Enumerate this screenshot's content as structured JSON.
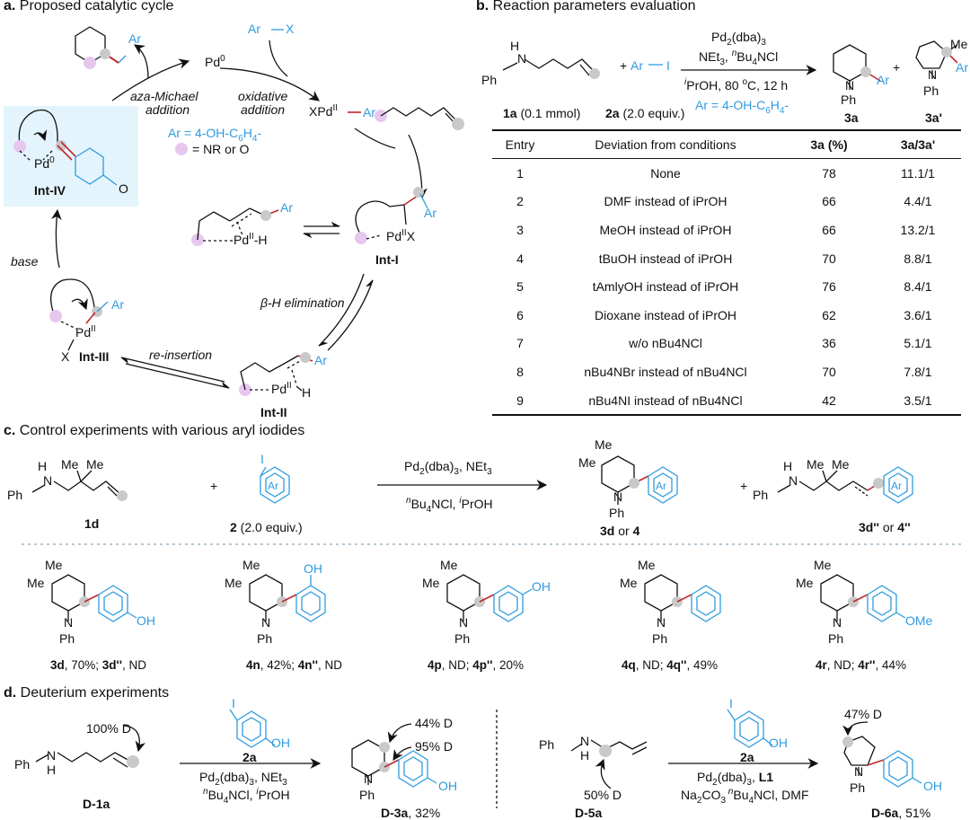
{
  "panel_a": {
    "title_letter": "a.",
    "title": "Proposed catalytic cycle",
    "pd0": "Pd",
    "pd0_sup": "0",
    "arx": "Ar",
    "arx_x": "X",
    "aza_michael_1": "aza-Michael",
    "aza_michael_2": "addition",
    "ox_add_1": "oxidative",
    "ox_add_2": "addition",
    "ar_def": "Ar = 4-OH-C",
    "ar_def_sub": "6",
    "ar_def_tail": "H",
    "ar_def_sub2": "4",
    "ar_def_end": "-",
    "nr_def": "= NR or O",
    "xpd": "XPd",
    "xpd_sup": "II",
    "xpd_ar": "Ar",
    "int_iv": "Int-IV",
    "int_i": "Int-I",
    "int_ii": "Int-II",
    "int_iii": "Int-III",
    "base": "base",
    "beta_h": "β-H elimination",
    "reinsertion": "re-insertion",
    "pd_ii_h": "Pd",
    "pd_sup": "II",
    "h": "-H",
    "pd_x": "X",
    "o_label": "O",
    "ar": "Ar",
    "x": "X",
    "h_only": "H",
    "pd0_sup_iv": "0"
  },
  "panel_b": {
    "title_letter": "b.",
    "title": "Reaction parameters evaluation",
    "cond_line1": "Pd",
    "cond_line1_sub": "2",
    "cond_line1_tail": "(dba)",
    "cond_line1_sub2": "3",
    "cond_line2": "NEt",
    "cond_line2_sub": "3",
    "cond_line2_mid": ", ",
    "cond_line2_sup": "n",
    "cond_line2_tail": "Bu",
    "cond_line2_sub2": "4",
    "cond_line2_end": "NCl",
    "cond_line3_sup": "i",
    "cond_line3": "PrOH, 80 ",
    "cond_line3_sup2": "o",
    "cond_line3_tail": "C, 12 h",
    "cond_line4": "Ar = 4-OH-C",
    "cond_line4_sub": "6",
    "cond_line4_tail": "H",
    "cond_line4_sub2": "4",
    "cond_line4_end": "-",
    "reagent_1a": "1a",
    "reagent_1a_tail": " (0.1 mmol)",
    "reagent_2a": "2a",
    "reagent_2a_tail": " (2.0 equiv.)",
    "ar_i": "Ar",
    "ar_i_i": "I",
    "plus": "+",
    "prod_3a": "3a",
    "prod_3ap": "3a'",
    "ph": "Ph",
    "n": "N",
    "h": "H",
    "ar": "Ar",
    "me": "Me",
    "table": {
      "headers": [
        "Entry",
        "Deviation from conditions",
        "3a (%)",
        "3a/3a'"
      ],
      "rows": [
        {
          "entry": "1",
          "dev": "None",
          "yield": "78",
          "ratio": "11.1/1"
        },
        {
          "entry": "2",
          "dev": "DMF instead of iPrOH",
          "yield": "66",
          "ratio": "4.4/1"
        },
        {
          "entry": "3",
          "dev": "MeOH instead of iPrOH",
          "yield": "66",
          "ratio": "13.2/1"
        },
        {
          "entry": "4",
          "dev": "tBuOH instead of iPrOH",
          "yield": "70",
          "ratio": "8.8/1"
        },
        {
          "entry": "5",
          "dev": "tAmlyOH instead of iPrOH",
          "yield": "76",
          "ratio": "8.4/1"
        },
        {
          "entry": "6",
          "dev": "Dioxane instead of iPrOH",
          "yield": "62",
          "ratio": "3.6/1"
        },
        {
          "entry": "7",
          "dev": "w/o nBu4NCl",
          "yield": "36",
          "ratio": "5.1/1"
        },
        {
          "entry": "8",
          "dev": "nBu4NBr instead of nBu4NCl",
          "yield": "70",
          "ratio": "7.8/1"
        },
        {
          "entry": "9",
          "dev": "nBu4NI instead of nBu4NCl",
          "yield": "42",
          "ratio": "3.5/1"
        }
      ]
    }
  },
  "panel_c": {
    "title_letter": "c.",
    "title": "Control experiments with various aryl iodides",
    "cond1": "Pd",
    "cond1_sub": "2",
    "cond1_tail": "(dba)",
    "cond1_sub2": "3",
    "cond1_end": ", NEt",
    "cond1_sub3": "3",
    "cond2_sup": "n",
    "cond2": "Bu",
    "cond2_sub": "4",
    "cond2_tail": "NCl, ",
    "cond2_sup2": "i",
    "cond2_end": "PrOH",
    "lbl_1d": "1d",
    "lbl_2": "2",
    "lbl_2_tail": " (2.0 equiv.)",
    "lbl_3d": "3d",
    "lbl_or": " or ",
    "lbl_4": "4",
    "lbl_3dpp": "3d''",
    "lbl_4pp": "4''",
    "plus": "+",
    "i": "I",
    "ar": "Ar",
    "me": "Me",
    "ph": "Ph",
    "n": "N",
    "h": "H",
    "oh": "OH",
    "ome": "OMe",
    "products": [
      {
        "id": "3d",
        "yield": ", 70%; ",
        "id2": "3d''",
        "yield2": ", ND"
      },
      {
        "id": "4n",
        "yield": ", 42%; ",
        "id2": "4n''",
        "yield2": ", ND"
      },
      {
        "id": "4p",
        "yield": ", ND; ",
        "id2": "4p''",
        "yield2": ", 20%"
      },
      {
        "id": "4q",
        "yield": ", ND; ",
        "id2": "4q''",
        "yield2": ", 49%"
      },
      {
        "id": "4r",
        "yield": ", ND; ",
        "id2": "4r''",
        "yield2": ", 44%"
      }
    ]
  },
  "panel_d": {
    "title_letter": "d.",
    "title": "Deuterium experiments",
    "d100": "100% D",
    "d44": "44% D",
    "d95": "95% D",
    "d50": "50% D",
    "d47": "47% D",
    "reag_2a": "2a",
    "cond_l1_a": "Pd",
    "cond_l1_sub": "2",
    "cond_l1_tail": "(dba)",
    "cond_l1_sub2": "3",
    "cond_l1_end": ", NEt",
    "cond_l1_sub3": "3",
    "cond_l2_sup": "n",
    "cond_l2": "Bu",
    "cond_l2_sub": "4",
    "cond_l2_tail": "NCl, ",
    "cond_l2_sup2": "i",
    "cond_l2_end": "PrOH",
    "cond_r1_tail": ", ",
    "cond_r1_l1": "L1",
    "cond_r2": "Na",
    "cond_r2_sub": "2",
    "cond_r2_mid": "CO",
    "cond_r2_sub2": "3",
    "cond_r2_sup": " n",
    "cond_r2_tail": "Bu",
    "cond_r2_sub3": "4",
    "cond_r2_end": "NCl, DMF",
    "lbl_d1a": "D-1a",
    "lbl_d3a": "D-3a",
    "lbl_d3a_y": ", 32%",
    "lbl_d5a": "D-5a",
    "lbl_d6a": "D-6a",
    "lbl_d6a_y": ", 51%",
    "i": "I",
    "oh": "OH",
    "ph": "Ph",
    "n": "N",
    "h": "H"
  },
  "colors": {
    "accent_blue": "#2f9be0",
    "bond_red": "#c0262c",
    "lilac": "#e6c8ef",
    "grey_dot": "#c9c9c9",
    "panel_bg": "#e4f4fc",
    "divider": "#b6c8d4"
  }
}
